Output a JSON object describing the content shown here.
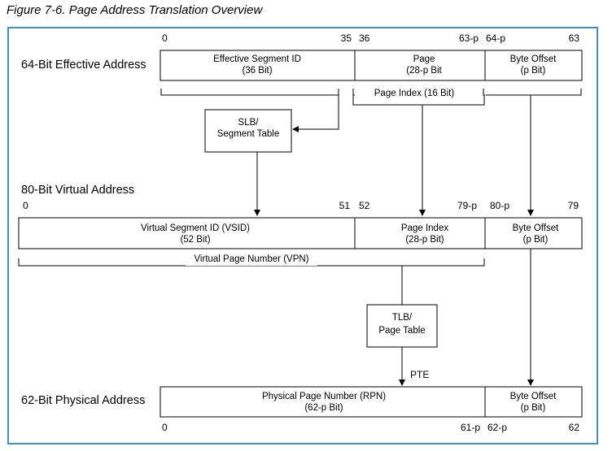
{
  "caption": "Figure 7-6. Page Address Translation Overview",
  "effective": {
    "label": "64-Bit Effective Address",
    "bits": [
      "0",
      "35",
      "36",
      "63-p",
      "64-p",
      "63"
    ],
    "fields": [
      {
        "line1": "Effective Segment ID",
        "line2": "(36 Bit)"
      },
      {
        "line1": "Page",
        "line2": "(28-p Bit"
      },
      {
        "line1": "Byte Offset",
        "line2": "(p Bit)"
      }
    ],
    "page_index": "Page Index (16 Bit)"
  },
  "slb": {
    "line1": "SLB/",
    "line2": "Segment Table"
  },
  "virtual": {
    "label": "80-Bit Virtual Address",
    "bits": [
      "0",
      "51",
      "52",
      "79-p",
      "80-p",
      "79"
    ],
    "fields": [
      {
        "line1": "Virtual Segment ID (VSID)",
        "line2": "(52 Bit)"
      },
      {
        "line1": "Page Index",
        "line2": "(28-p Bit)"
      },
      {
        "line1": "Byte Offset",
        "line2": "(p Bit)"
      }
    ],
    "vpn": "Virtual Page Number (VPN)"
  },
  "tlb": {
    "line1": "TLB/",
    "line2": "Page Table"
  },
  "pte": "PTE",
  "physical": {
    "label": "62-Bit Physical Address",
    "bits": [
      "0",
      "61-p",
      "62-p",
      "62"
    ],
    "fields": [
      {
        "line1": "Physical Page Number (RPN)",
        "line2": "(62-p Bit)"
      },
      {
        "line1": "Byte Offset",
        "line2": "(p Bit)"
      }
    ]
  }
}
